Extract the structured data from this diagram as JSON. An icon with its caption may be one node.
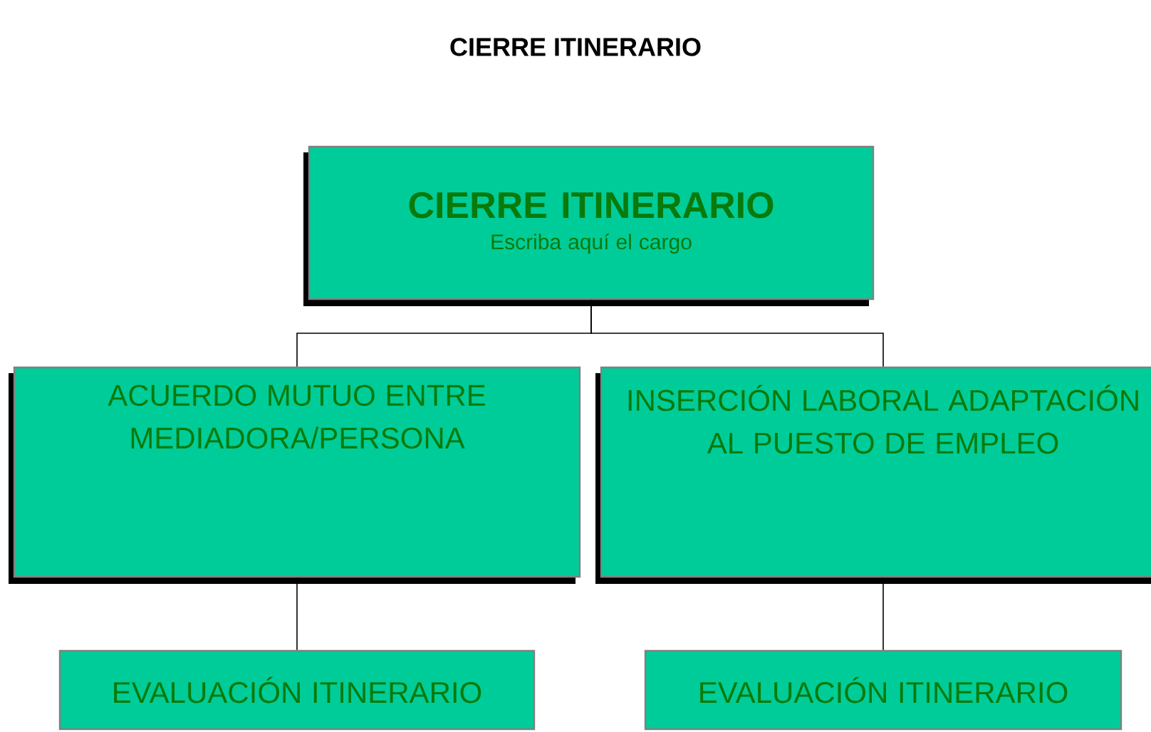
{
  "diagram": {
    "title": "CIERRE ITINERARIO",
    "nodes": [
      {
        "text": [
          "CIERRE ITINERARIO",
          "Escriba aquí el cargo"
        ]
      },
      {
        "text": [
          "ACUERDO MUTUO ENTRE MEDIADORA/PERSONA"
        ]
      },
      {
        "text": [
          "INSERCIÓN LABORAL ADAPTACIÓN AL PUESTO DE EMPLEO"
        ]
      },
      {
        "text": [
          "EVALUACIÓN ITINERARIO"
        ]
      },
      {
        "text": [
          "EVALUACIÓN ITINERARIO"
        ]
      }
    ],
    "edges": [
      {
        "from": 0,
        "to": 1,
        "arrow": "none"
      },
      {
        "from": 0,
        "to": 2,
        "arrow": "none"
      },
      {
        "from": 1,
        "to": 3,
        "arrow": "none"
      },
      {
        "from": 2,
        "to": 4,
        "arrow": "none"
      }
    ]
  }
}
